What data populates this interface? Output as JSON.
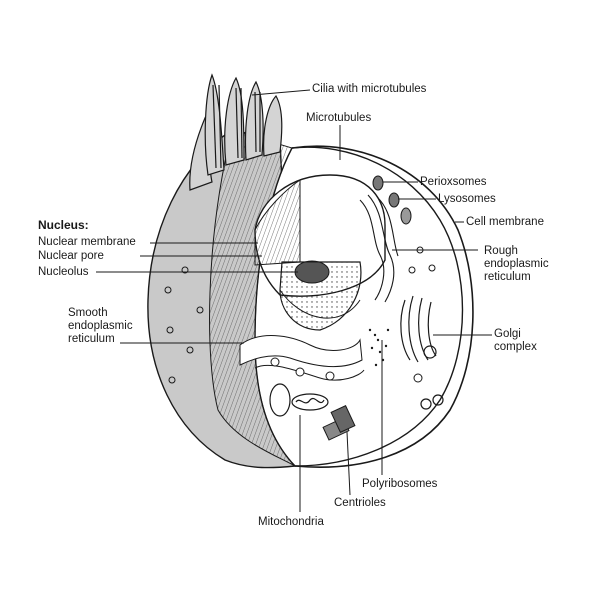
{
  "labels": {
    "cilia": "Cilia with microtubules",
    "microtubules": "Microtubules",
    "perioxsomes": "Perioxsomes",
    "lysosomes": "Lysosomes",
    "cell_membrane": "Cell membrane",
    "nucleus_heading": "Nucleus:",
    "nuclear_membrane": "Nuclear membrane",
    "nuclear_pore": "Nuclear pore",
    "nucleolus": "Nucleolus",
    "rough_er": [
      "Rough",
      "endoplasmic",
      "reticulum"
    ],
    "smooth_er": [
      "Smooth",
      "endoplasmic",
      "reticulum"
    ],
    "golgi": [
      "Golgi",
      "complex"
    ],
    "polyribosomes": "Polyribosomes",
    "centrioles": "Centrioles",
    "mitochondria": "Mitochondria"
  },
  "colors": {
    "ink": "#1a1a1a",
    "cytoplasm_gray": "#c9c9c9",
    "membrane_shade": "#9a9a9a",
    "nucleus_fill": "#d8d8d8"
  }
}
